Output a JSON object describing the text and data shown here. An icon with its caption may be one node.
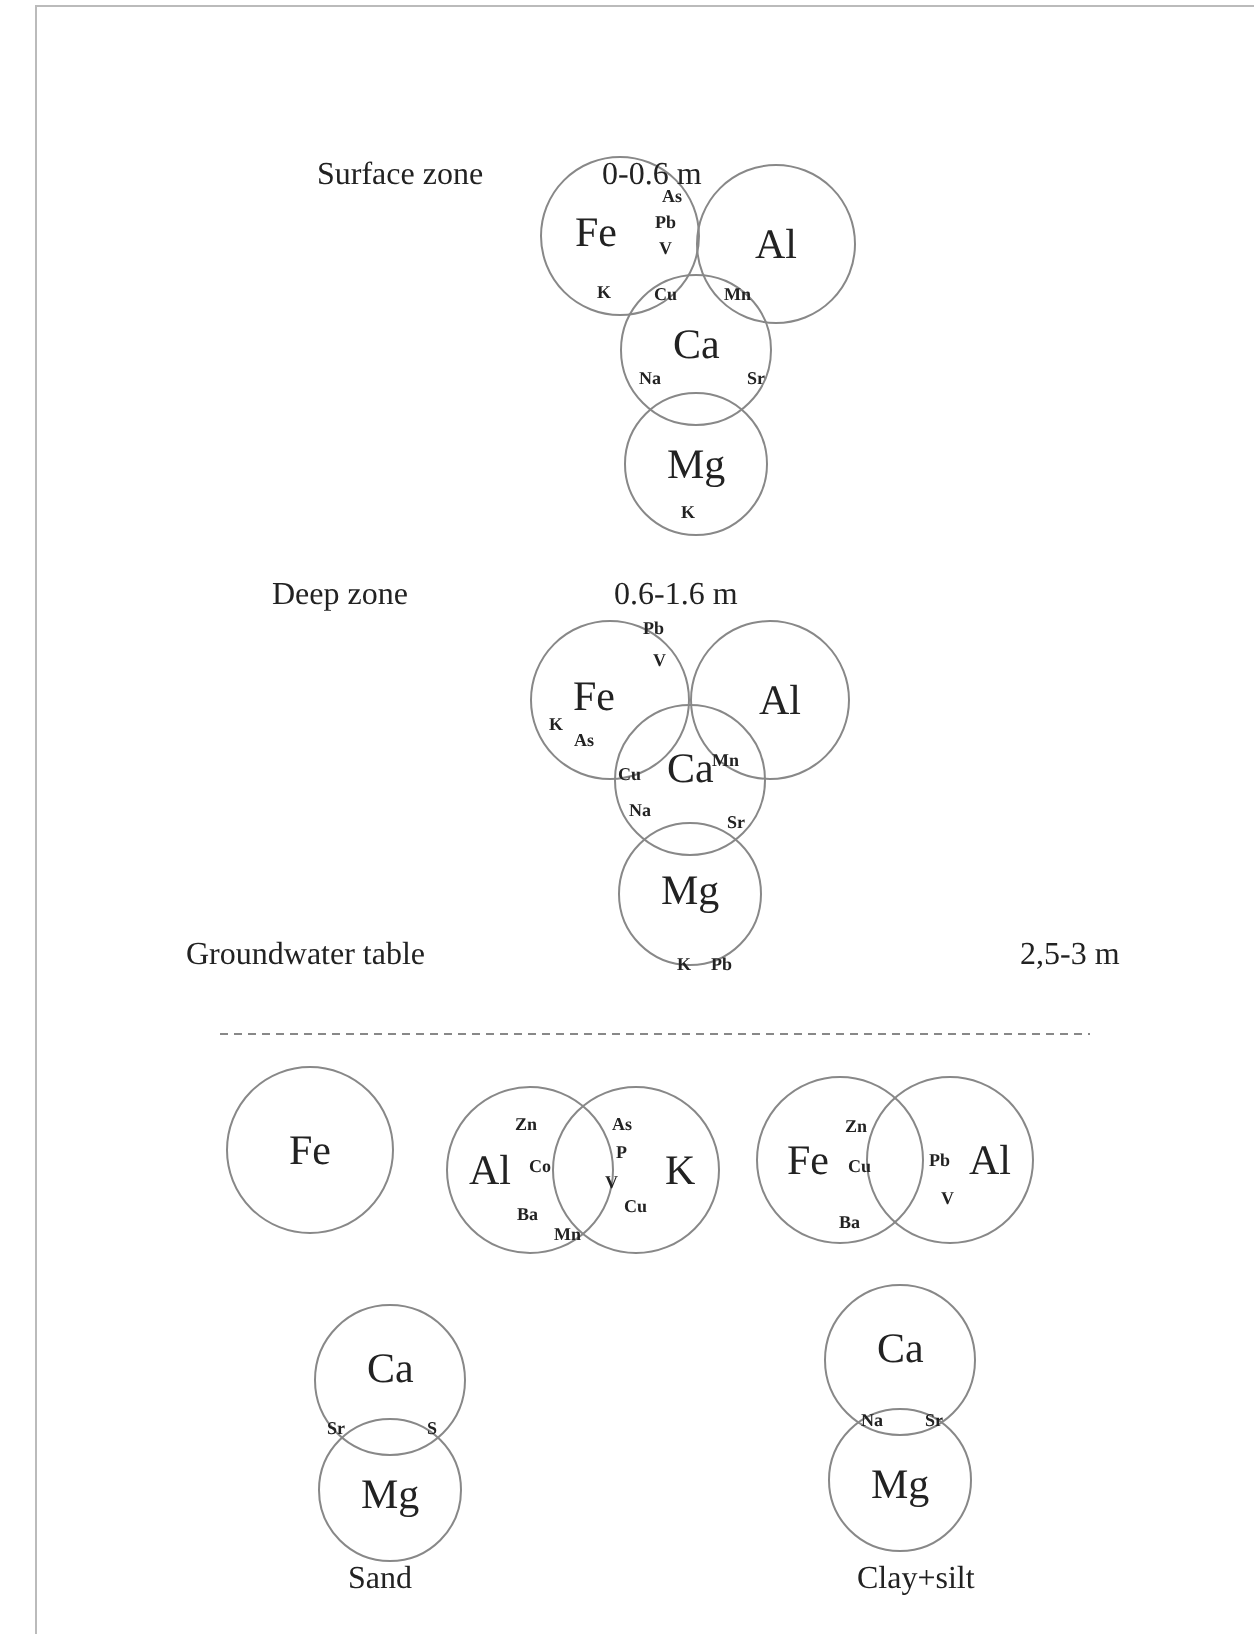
{
  "diagram": {
    "nodes": [
      {
        "text": [
          "Fe"
        ]
      },
      {
        "text": [
          "Al"
        ]
      },
      {
        "text": [
          "Ca"
        ]
      },
      {
        "text": [
          "Mg"
        ]
      },
      {
        "text": [
          "Fe"
        ]
      },
      {
        "text": [
          "Al"
        ]
      },
      {
        "text": [
          "Ca"
        ]
      },
      {
        "text": [
          "Mg"
        ]
      },
      {
        "text": [
          "Fe"
        ]
      },
      {
        "text": [
          "Al"
        ]
      },
      {
        "text": [
          "K"
        ]
      },
      {
        "text": [
          "Fe"
        ]
      },
      {
        "text": [
          "Al"
        ]
      },
      {
        "text": [
          "Ca"
        ]
      },
      {
        "text": [
          "Ca"
        ]
      },
      {
        "text": [
          "Mg"
        ]
      },
      {
        "text": [
          "Mg"
        ]
      }
    ],
    "labels": [
      "Surface zone",
      "0-0.6 m",
      "As",
      "Pb",
      "V",
      "K",
      "Cu",
      "Mn",
      "Na",
      "Sr",
      "K",
      "Deep zone",
      "0.6-1.6 m",
      "Pb",
      "V",
      "K",
      "As",
      "Cu",
      "Mn",
      "Na",
      "Sr",
      "Groundwater table",
      "2,5-3 m",
      "K",
      "Pb",
      "Zn",
      "As",
      "Co",
      "P",
      "Ba",
      "V",
      "Cu",
      "Mn",
      "Zn",
      "Cu",
      "Pb",
      "Ba",
      "V",
      "Sr",
      "S",
      "Na",
      "Sr",
      "Sand",
      "Clay+silt"
    ]
  }
}
